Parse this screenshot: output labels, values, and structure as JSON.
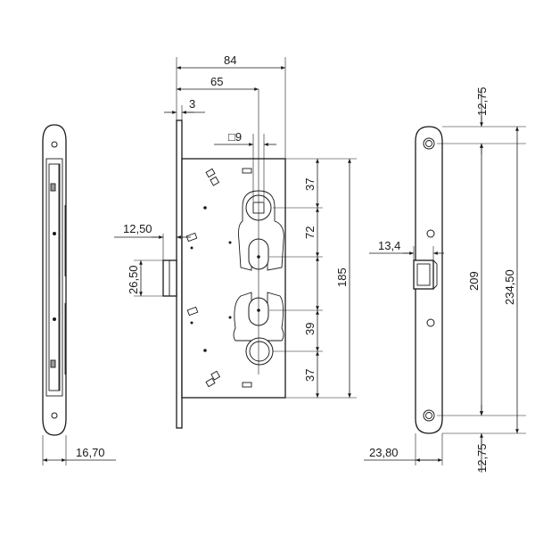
{
  "dimensions": {
    "total_depth": "84",
    "backset": "65",
    "faceplate_thickness": "3",
    "spindle_square": "□9",
    "spindle_to_top_cylinder": "37",
    "cylinder_center_distance": "72",
    "case_height": "185",
    "cylinder_to_lower_spindle": "39",
    "lower_spindle_to_bottom": "37",
    "latch_projection": "12,50",
    "latch_height": "26,50",
    "bolt_projection": "13,4",
    "screw_hole_spacing": "209",
    "faceplate_length": "234,50",
    "top_offset": "12,75",
    "bottom_offset": "12,75",
    "side_plate_width": "16,70",
    "front_plate_width": "23,80"
  }
}
